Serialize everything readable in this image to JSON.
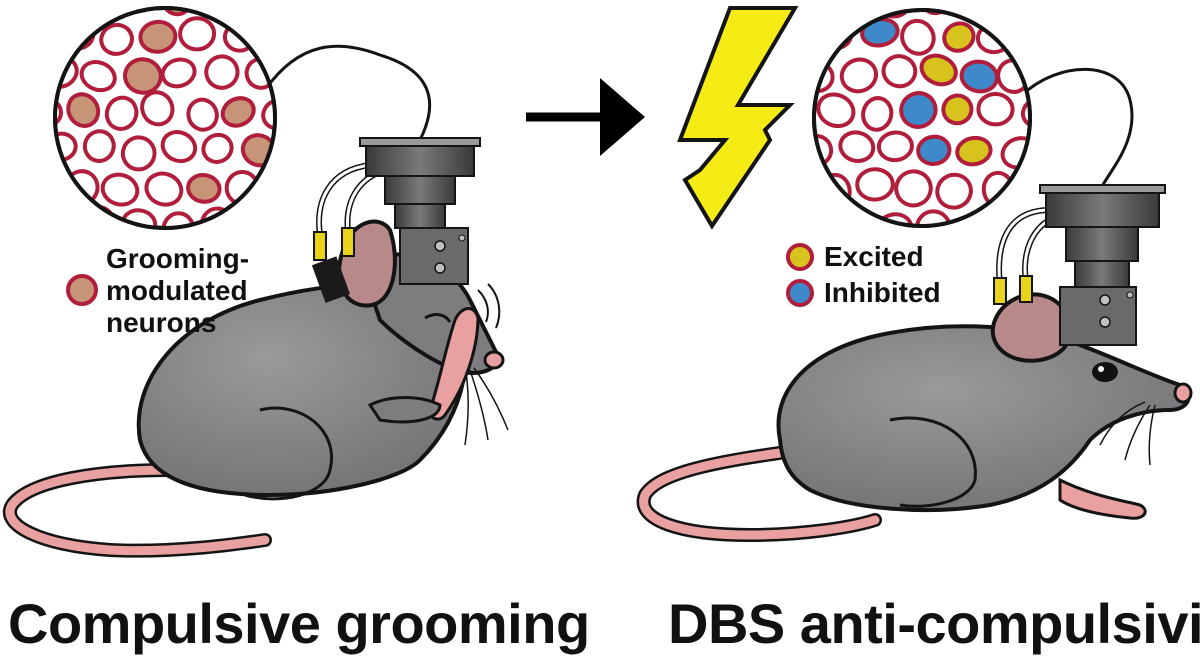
{
  "colors": {
    "cell_outline": "#b01e3c",
    "modulated_fill": "#c79477",
    "excited_fill": "#d8c21e",
    "inhibited_fill": "#3d89c9",
    "mouse_body": "#7d7d7f",
    "mouse_outline": "#141414",
    "ear_inner": "#b8898a",
    "tail": "#e8a0a0",
    "bolt_fill": "#f5ec16",
    "camera_body": "#5c5c5c",
    "plug": "#e8d21c"
  },
  "left_panel": {
    "legend": {
      "line1": "Grooming-",
      "line2": "modulated",
      "line3": "neurons"
    },
    "caption": "Compulsive grooming"
  },
  "right_panel": {
    "legend": {
      "excited": "Excited",
      "inhibited": "Inhibited"
    },
    "caption": "DBS anti-compulsivity"
  },
  "icons": [
    "arrow-right-icon",
    "lightning-bolt-icon",
    "miniscope-icon",
    "mouse-grooming-icon",
    "mouse-standing-icon"
  ]
}
